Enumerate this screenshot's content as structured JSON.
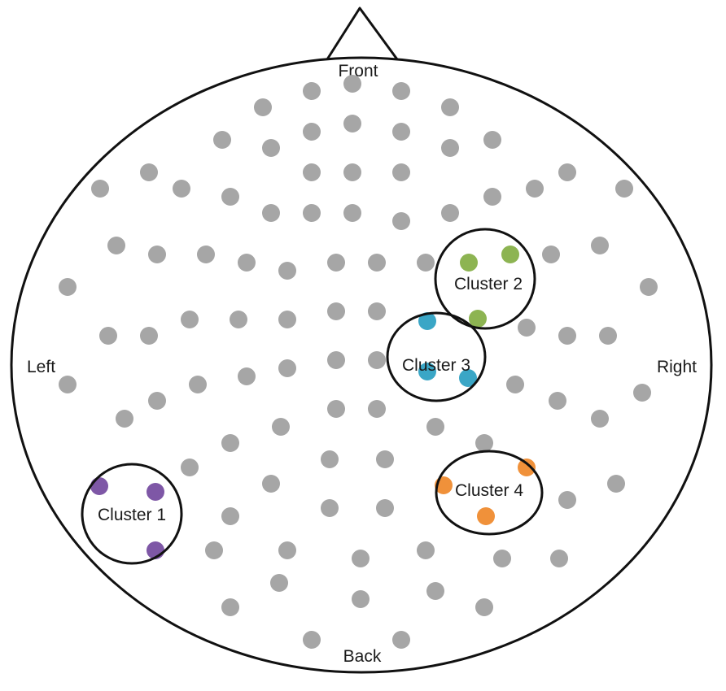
{
  "labels": {
    "front": "Front",
    "back": "Back",
    "left": "Left",
    "right": "Right"
  },
  "clusters": [
    {
      "label": "Cluster 1",
      "color": "#7e57a6"
    },
    {
      "label": "Cluster 2",
      "color": "#8db452"
    },
    {
      "label": "Cluster 3",
      "color": "#3aa6c6"
    },
    {
      "label": "Cluster 4",
      "color": "#f0913a"
    }
  ],
  "electrode_color": "#a6a6a6"
}
